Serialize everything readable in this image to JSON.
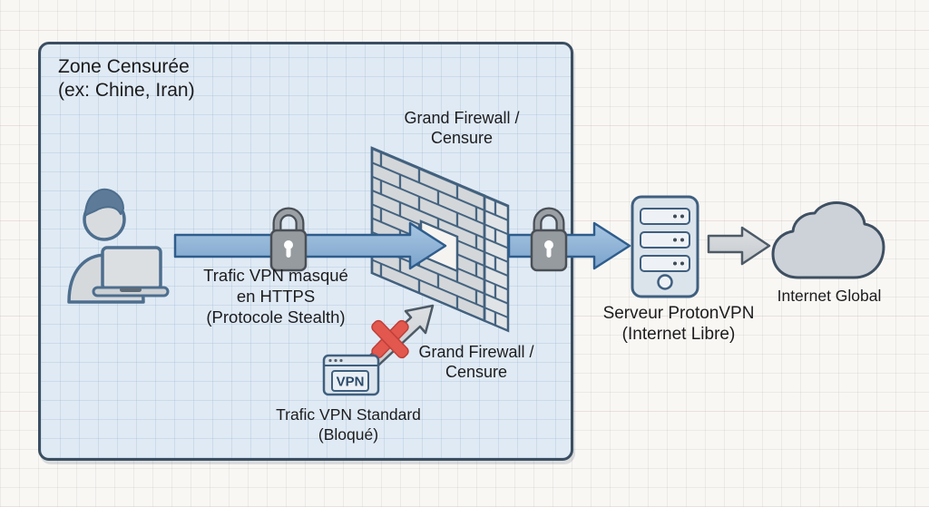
{
  "zone": {
    "title_line1": "Zone Censurée",
    "title_line2": "(ex: Chine, Iran)"
  },
  "firewall": {
    "label_line1": "Grand Firewall /",
    "label_line2": "Censure"
  },
  "stealth_flow": {
    "caption_line1": "Trafic VPN masqué",
    "caption_line2": "en HTTPS",
    "caption_line3": "(Protocole Stealth)"
  },
  "blocked_flow": {
    "vpn_box_label": "VPN",
    "caption_line1": "Trafic VPN Standard",
    "caption_line2": "(Bloqué)"
  },
  "server": {
    "label_line1": "Serveur ProtonVPN",
    "label_line2": "(Internet Libre)"
  },
  "internet": {
    "label": "Internet Global"
  },
  "colors": {
    "zone_fill": "#e0eaf4",
    "zone_border": "#3b4e61",
    "arrow_blue": "#8cb0d4",
    "arrow_blue_stroke": "#2e5d8c",
    "arrow_gray": "#d3d6d9",
    "arrow_gray_stroke": "#4d5a66",
    "brick_fill": "#d4d7da",
    "brick_line": "#42617e",
    "lock_body": "#969ba0",
    "lock_stroke": "#4a4f55",
    "blocked_x_red": "#e2574e",
    "text": "#1c1c1e"
  },
  "icons": {
    "user": "user-laptop-icon",
    "lock": "padlock-icon",
    "wall": "brick-wall-icon",
    "vpn_window": "vpn-window-icon",
    "blocked": "blocked-x-icon",
    "server": "server-icon",
    "cloud": "cloud-icon"
  }
}
